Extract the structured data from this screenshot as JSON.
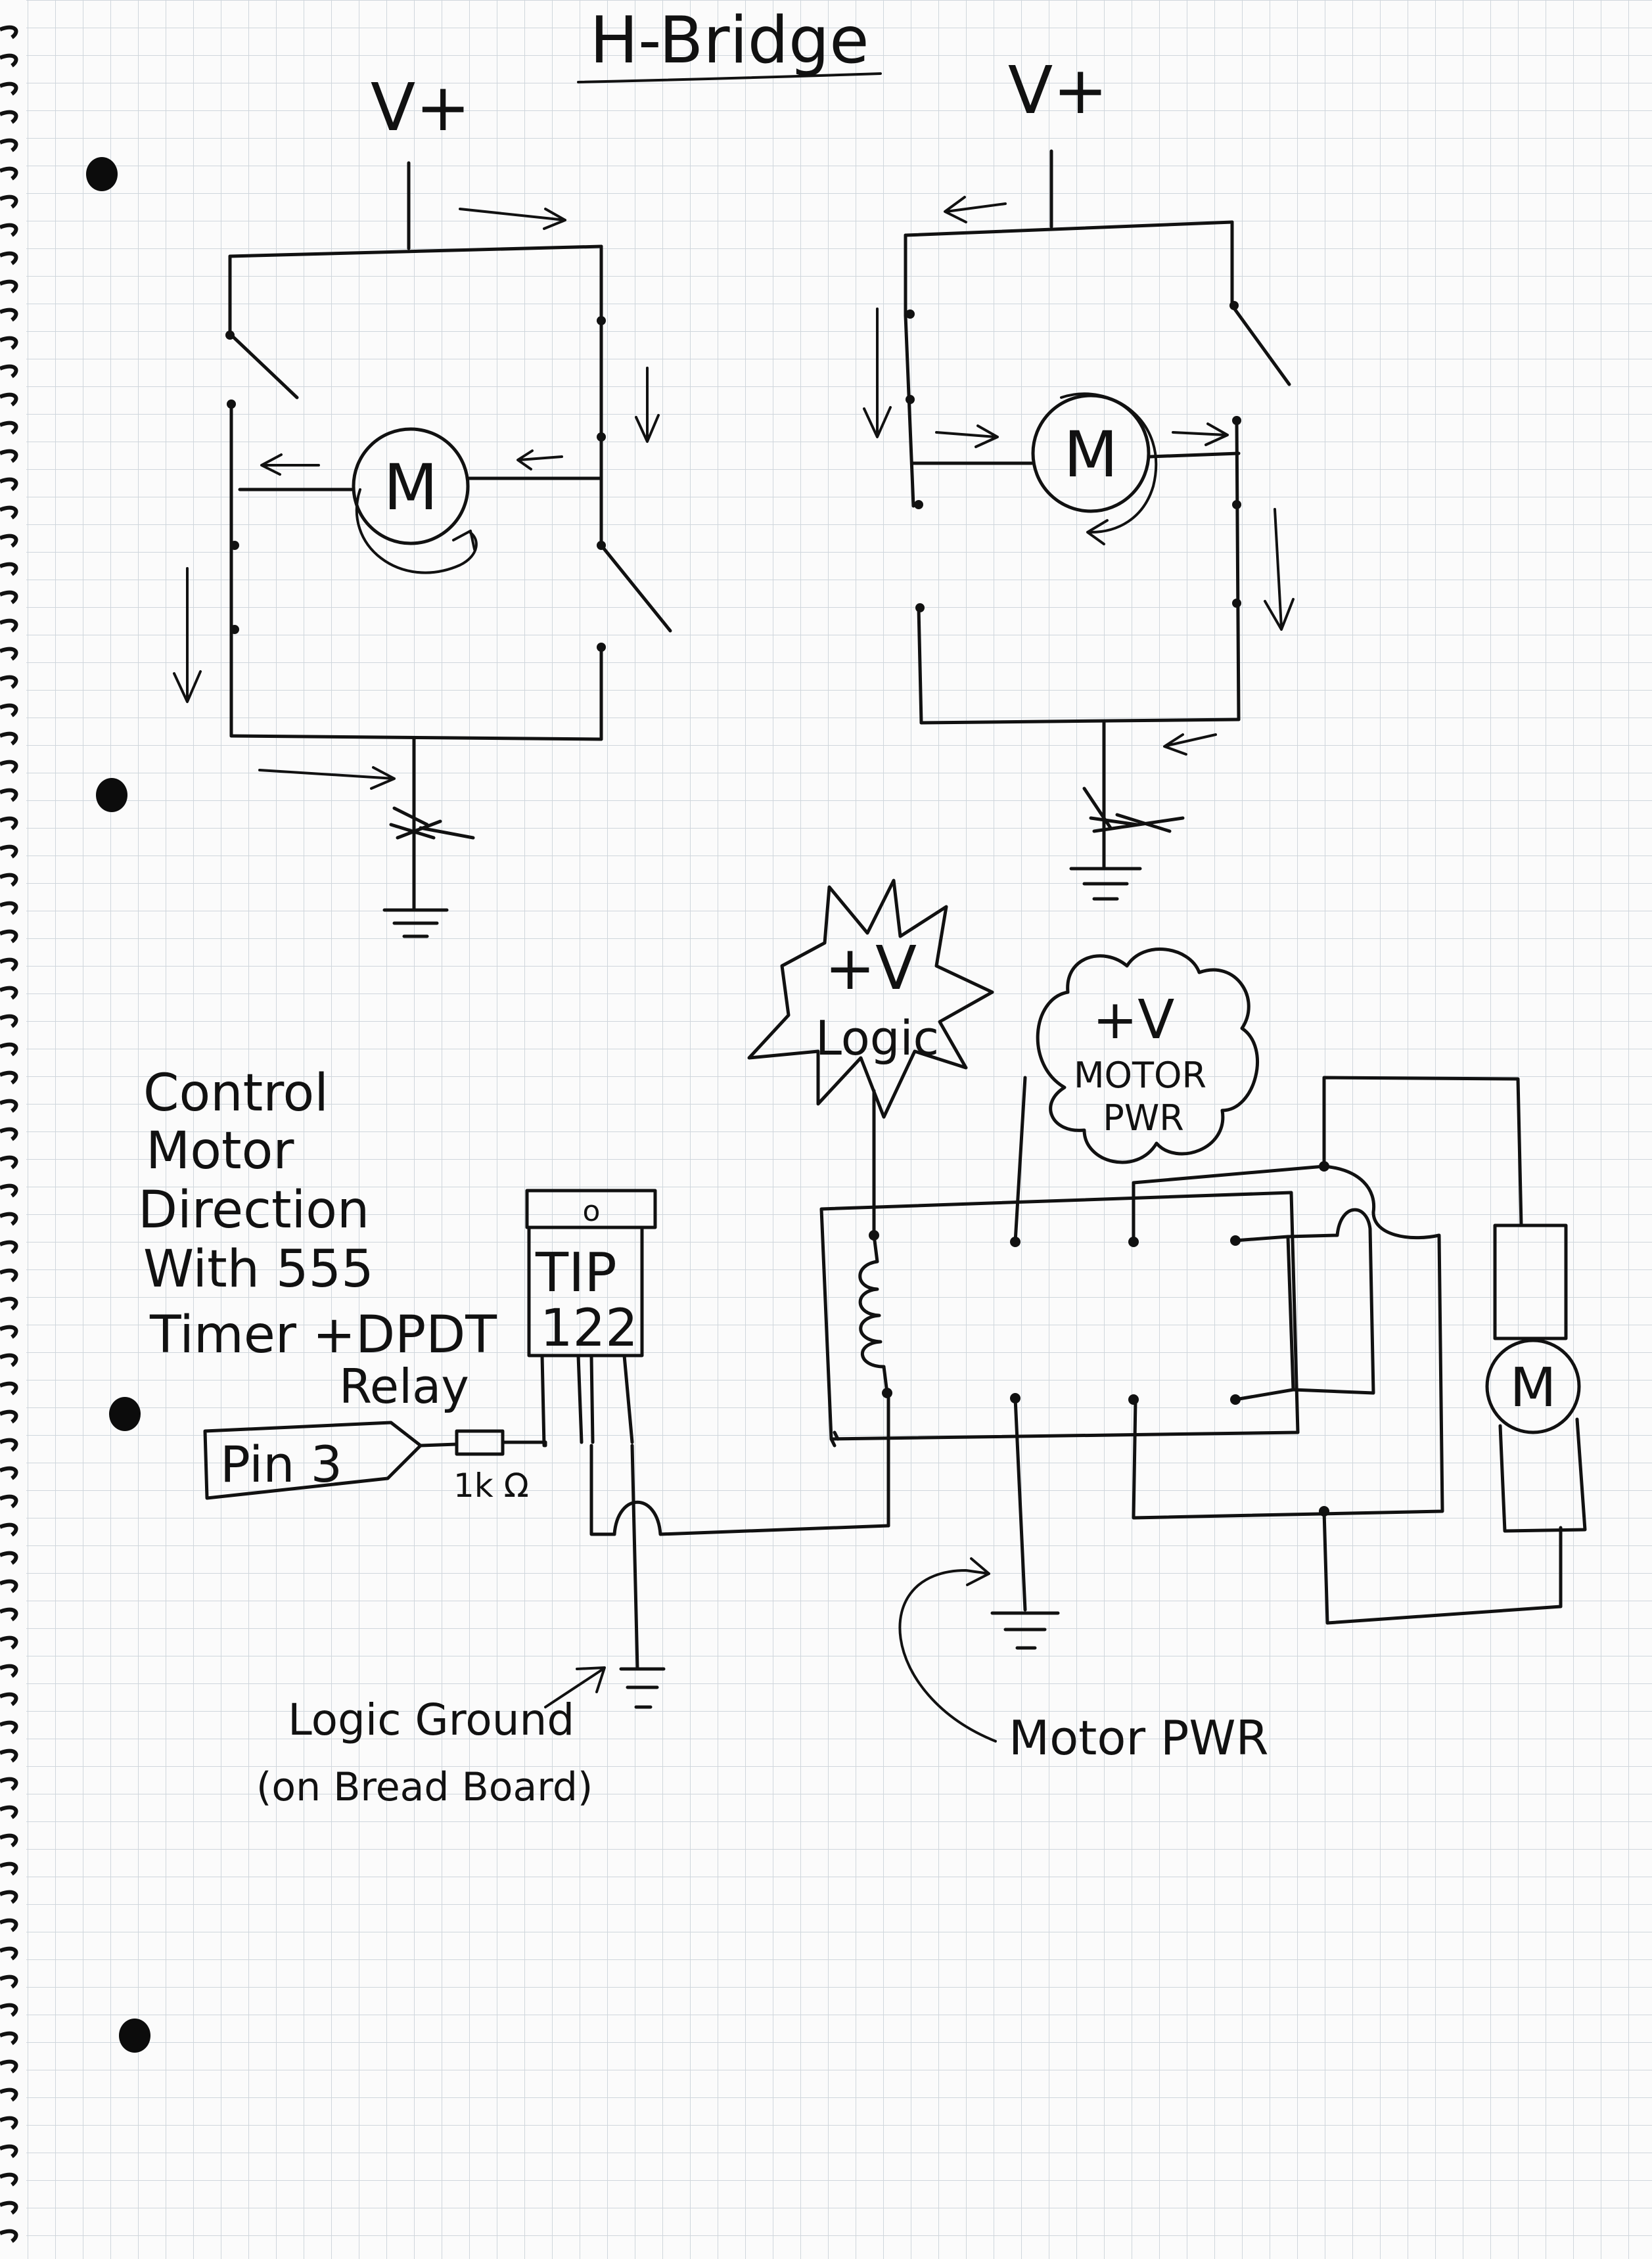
{
  "title": "H-Bridge",
  "hbridge_left": {
    "supply_label": "V+",
    "motor_label": "M"
  },
  "hbridge_right": {
    "supply_label": "V+",
    "motor_label": "M"
  },
  "heading_lines": [
    "Control",
    "Motor",
    "Direction",
    "With 555",
    "Timer +DPDT",
    "Relay"
  ],
  "pin_label": "Pin 3",
  "resistor_label": "1k Ω",
  "transistor": {
    "top_label": "o",
    "line1": "TIP",
    "line2": "122"
  },
  "logic_supply": {
    "line1": "+V",
    "line2": "Logic"
  },
  "motor_supply": {
    "line1": "+V",
    "line2": "MOTOR",
    "line3": "PWR"
  },
  "relay_motor_label": "M",
  "logic_ground": {
    "line1": "Logic Ground",
    "line2": "(on Bread Board)"
  },
  "motor_pwr_ground": "Motor PWR",
  "colors": {
    "ink": "#111111",
    "grid": "#cfd6dc",
    "paper": "#fbfbfb",
    "holes": "#0c0c0c"
  }
}
